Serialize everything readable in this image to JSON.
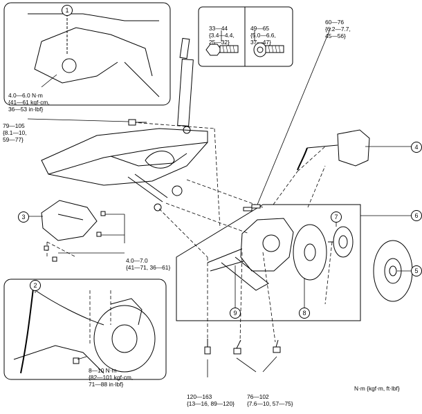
{
  "callouts": [
    "1",
    "2",
    "3",
    "4",
    "5",
    "6",
    "7",
    "8",
    "9"
  ],
  "torque": {
    "t_inset1": [
      "4.0—6.0 N·m",
      "{41—61 kgf·cm,",
      "36—53 in·lbf}"
    ],
    "t_top_box_left": [
      "33—44",
      "{3.4—4.4,",
      "25—32}"
    ],
    "t_top_box_right": [
      "49—65",
      "{5.0—6.6,",
      "37—47}"
    ],
    "t_top_right": [
      "60—76",
      "{6.2—7.7,",
      "45—56}"
    ],
    "t_left_bolt": [
      "79—105",
      "{8.1—10,",
      "59—77}"
    ],
    "t_shield": [
      "4.0—7.0",
      "{41—71, 36—61}"
    ],
    "t_inset2": [
      "8—10 N·m",
      "{82—101 kgf·cm,",
      "71—88 in·lbf}"
    ],
    "t_bottom_left": [
      "120—163",
      "{13—16, 89—120}"
    ],
    "t_bottom_mid": [
      "76—102",
      "{7.6—10, 57—75}"
    ]
  },
  "units_note": "N·m {kgf·m, ft·lbf}"
}
